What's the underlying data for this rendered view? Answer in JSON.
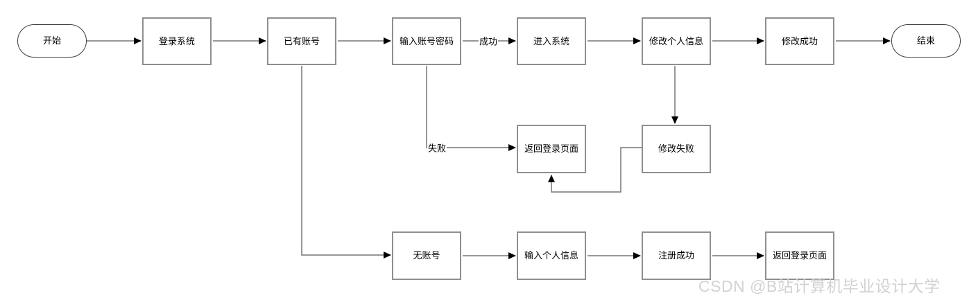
{
  "diagram": {
    "title": "login-register-flowchart",
    "nodes": {
      "start": "开始",
      "login_system": "登录系统",
      "has_account": "已有账号",
      "enter_credentials": "输入账号密码",
      "enter_system": "进入系统",
      "modify_personal_info": "修改个人信息",
      "modify_success": "修改成功",
      "end": "结束",
      "return_login_page": "返回登录页面",
      "modify_fail": "修改失败",
      "no_account": "无账号",
      "enter_personal_info": "输入个人信息",
      "register_success": "注册成功",
      "return_login_page_2": "返回登录页面"
    },
    "edge_labels": {
      "success": "成功",
      "fail": "失败"
    },
    "colors": {
      "background": "#ffffff",
      "box_border": "#8f8f8f",
      "terminator_border": "#3d3d3d",
      "line": "#757575",
      "arrowhead": "#000000",
      "text": "#000000",
      "watermark_text": "#d2d2d2"
    }
  },
  "watermark": "CSDN @B站计算机毕业设计大学"
}
